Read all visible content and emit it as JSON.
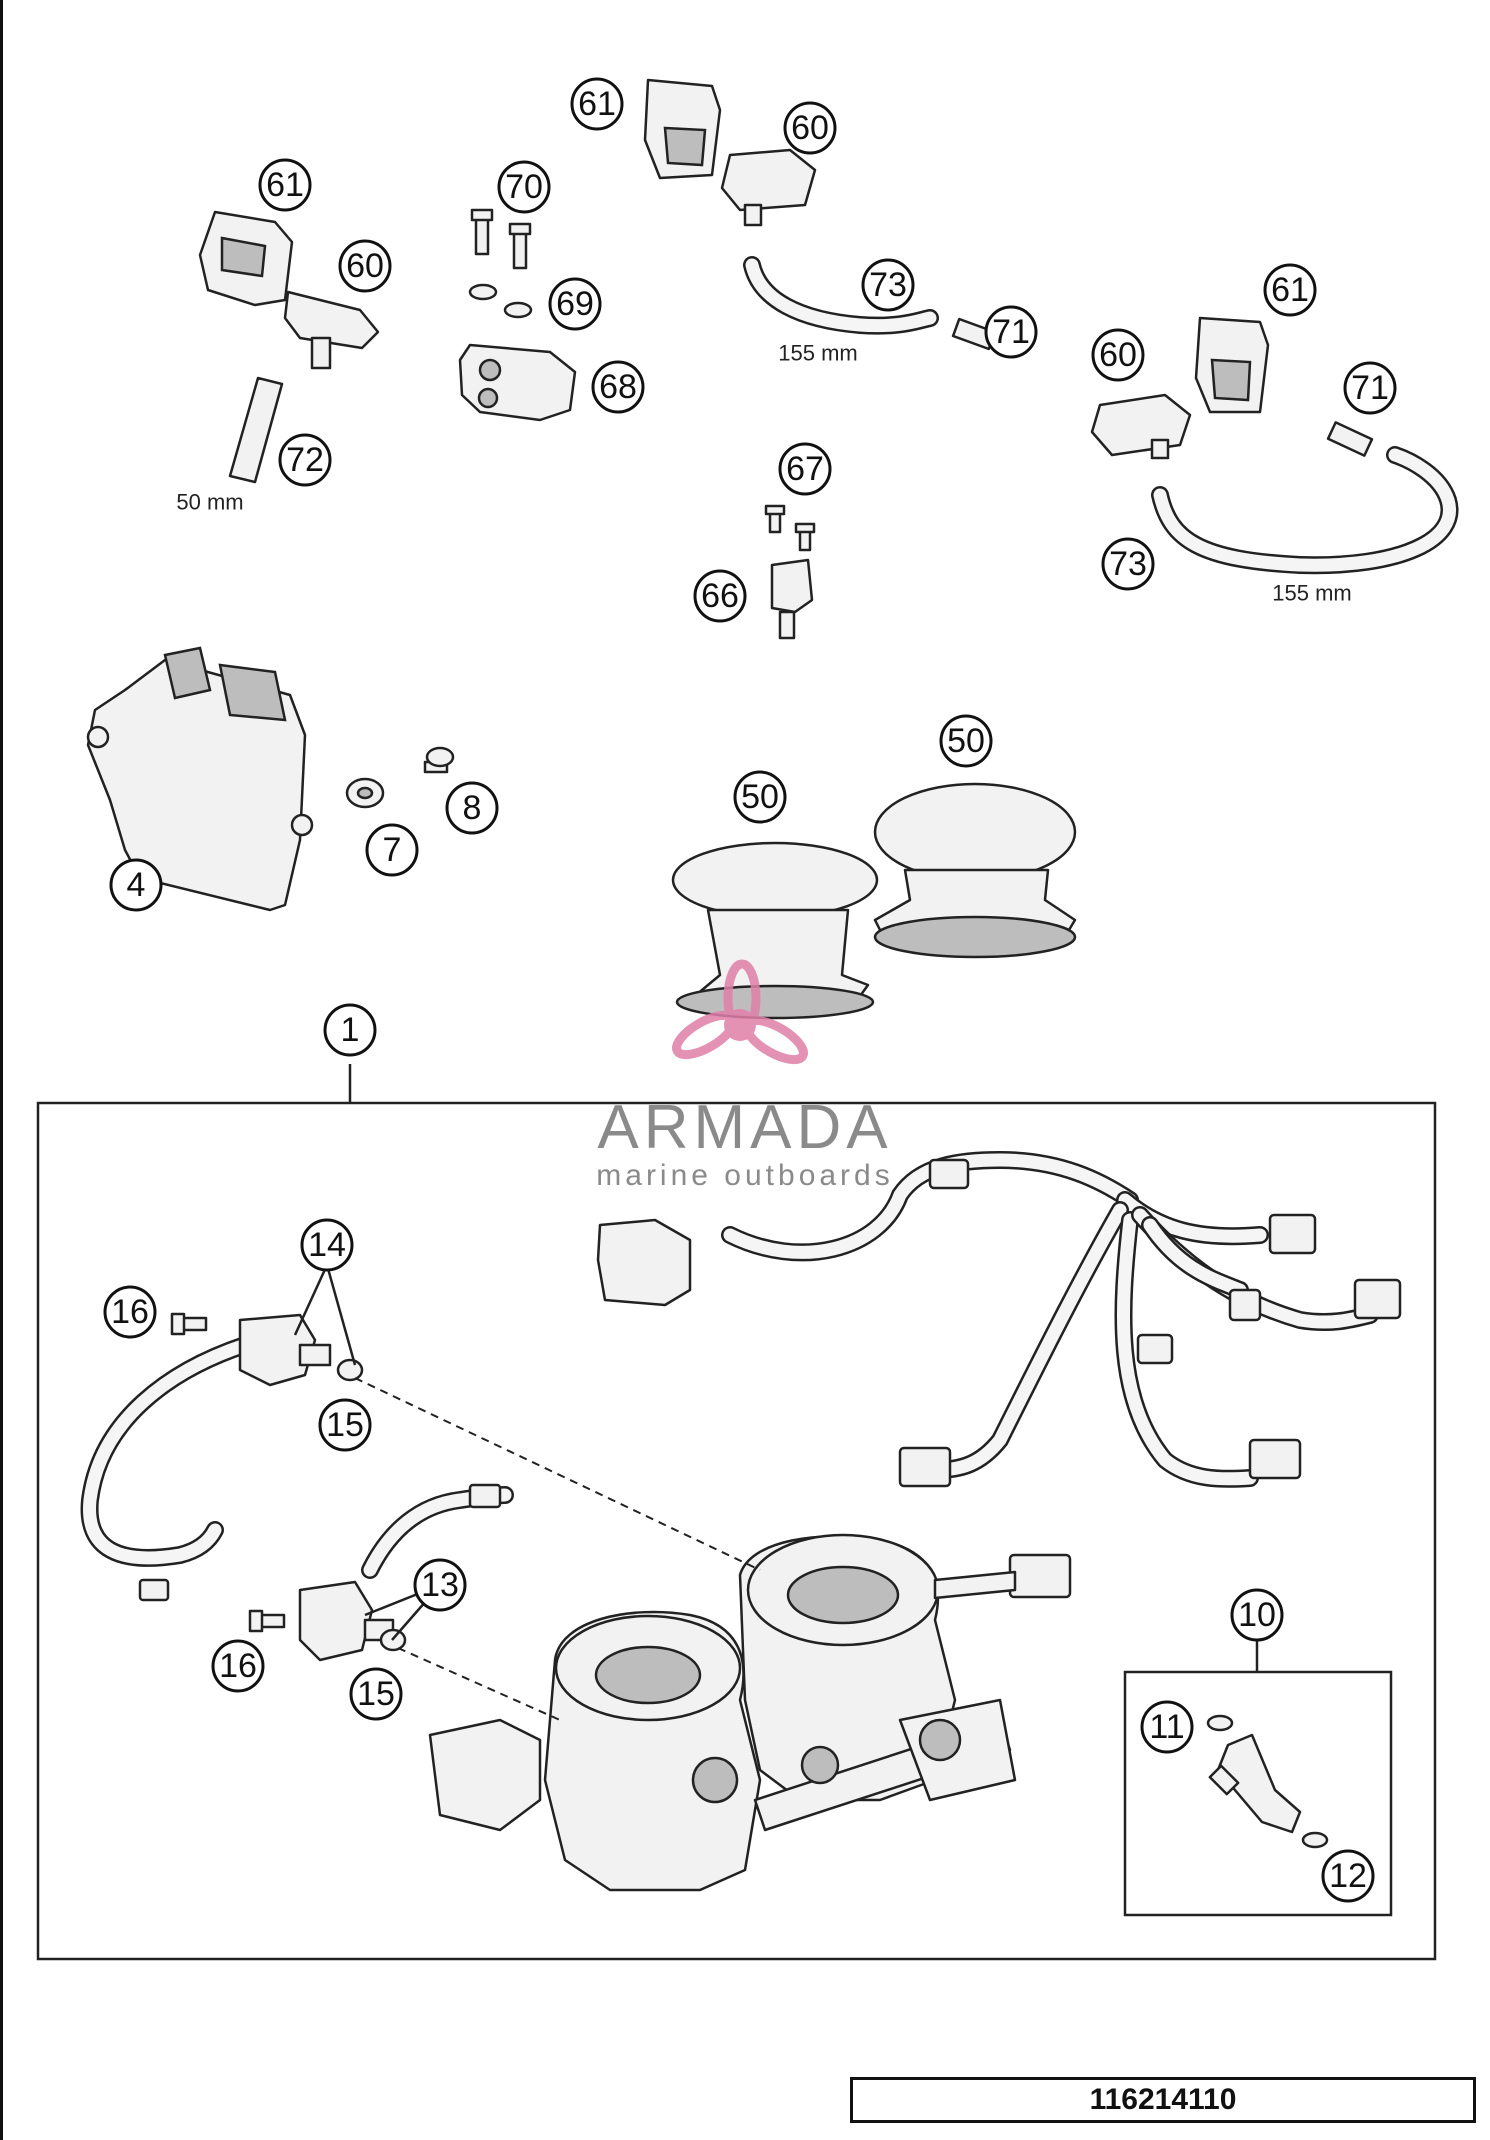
{
  "labels": {
    "l61a": "61",
    "l60a": "60",
    "l70": "70",
    "l69": "69",
    "l68": "68",
    "l61b": "61",
    "l60b": "60",
    "l73a": "73",
    "l71a": "71",
    "l61c": "61",
    "l60c": "60",
    "l71b": "71",
    "l73b": "73",
    "l72": "72",
    "l67": "67",
    "l66": "66",
    "l4": "4",
    "l7": "7",
    "l8": "8",
    "l50a": "50",
    "l50b": "50",
    "l1": "1",
    "l14": "14",
    "l16a": "16",
    "l15a": "15",
    "l13": "13",
    "l16b": "16",
    "l15b": "15",
    "l10": "10",
    "l11": "11",
    "l12": "12"
  },
  "dimensions": {
    "d155a": "155 mm",
    "d155b": "155 mm",
    "d50": "50 mm"
  },
  "watermark": {
    "name": "ARMADA",
    "tagline": "marine outboards",
    "accent": "#e07fa8",
    "text_color": "#8a8a8a"
  },
  "reference": "116214110"
}
